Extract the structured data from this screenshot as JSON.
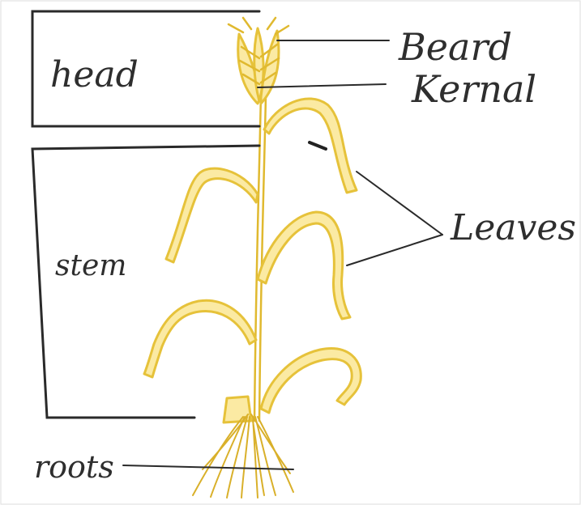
{
  "labels": {
    "head": "head",
    "stem": "stem",
    "roots": "roots",
    "beard": "Beard",
    "kernal": "Kernal",
    "leaves": "Leaves"
  },
  "colors": {
    "plant_outline": "#e6c23a",
    "plant_fill": "#fbeaa3",
    "ink": "#2a2a2a"
  }
}
